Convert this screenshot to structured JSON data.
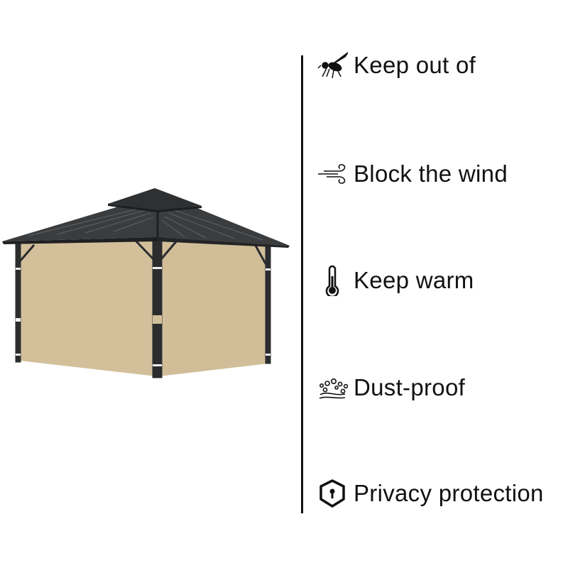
{
  "features": [
    {
      "icon": "mosquito-icon",
      "label": "Keep out of"
    },
    {
      "icon": "wind-icon",
      "label": "Block the wind"
    },
    {
      "icon": "thermometer-icon",
      "label": "Keep warm"
    },
    {
      "icon": "dust-icon",
      "label": "Dust-proof"
    },
    {
      "icon": "shield-lock-icon",
      "label": "Privacy protection"
    }
  ],
  "colors": {
    "panel": "#d3c09b",
    "frame": "#2a2c2e",
    "roof": "#3a3c3e"
  }
}
